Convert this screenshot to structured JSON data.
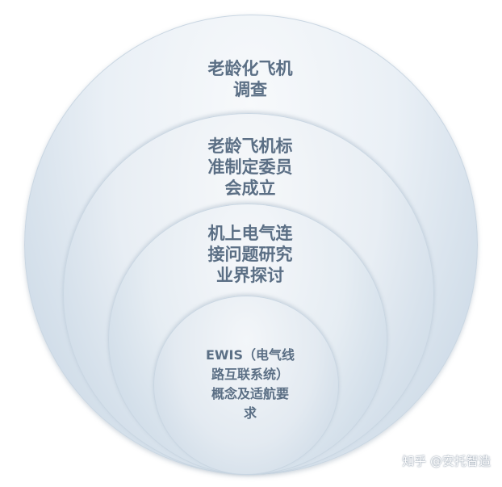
{
  "layers": [
    {
      "label": "老龄化飞机\n调查"
    },
    {
      "label": "老龄飞机标\n准制定委员\n会成立"
    },
    {
      "label": "机上电气连\n接问题研究\n业界探讨"
    },
    {
      "label": "EWIS（电气线\n路互联系统）\n概念及适航要\n求"
    }
  ],
  "watermark": "知乎 @安托智造"
}
